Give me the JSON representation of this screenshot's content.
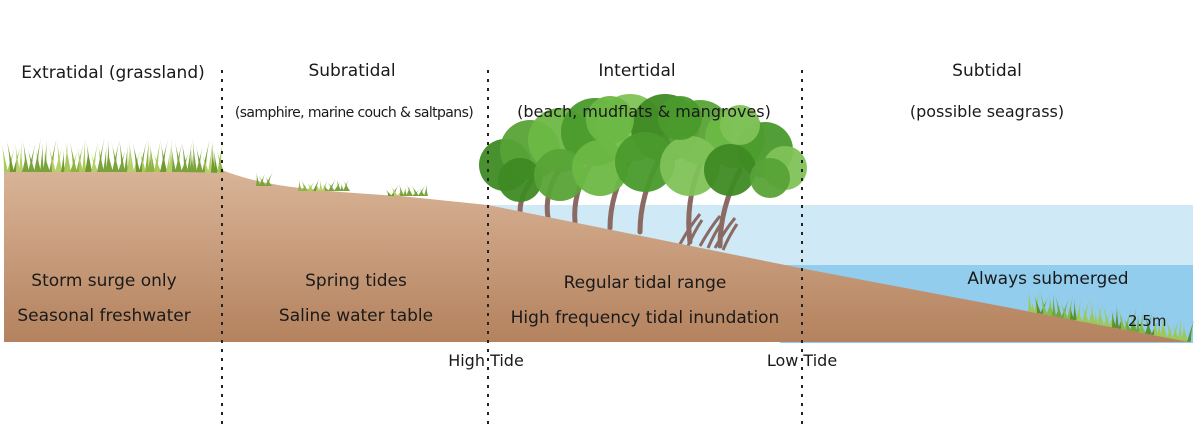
{
  "zones": [
    {
      "title": "Extratidal (grassland)",
      "subtitle": "",
      "conditions": [
        "Storm surge only",
        "Seasonal freshwater"
      ]
    },
    {
      "title": "Subratidal",
      "subtitle": "(samphire, marine couch & saltpans)",
      "conditions": [
        "Spring tides",
        "Saline water table"
      ]
    },
    {
      "title": "Intertidal",
      "subtitle": "(beach, mudflats & mangroves)",
      "conditions": [
        "Regular tidal range",
        "High frequency tidal inundation"
      ]
    },
    {
      "title": "Subtidal",
      "subtitle": "(possible seagrass)",
      "conditions": [
        "Always submerged"
      ]
    }
  ],
  "tide_marks": {
    "high": "High Tide",
    "low": "Low Tide"
  },
  "depth_label": "2.5m",
  "colors": {
    "soil_top": "#d9b497",
    "soil_bottom": "#b4825e",
    "water_light": "#cfe9f7",
    "water_deep": "#92cdee",
    "grass": "#9bbd4a",
    "mangrove_canopy": "#4f9a2e",
    "trunk": "#8a6a62",
    "divider": "#222222"
  },
  "icons": [
    "grass-tuft-icon",
    "mangrove-tree-icon",
    "seagrass-icon"
  ]
}
